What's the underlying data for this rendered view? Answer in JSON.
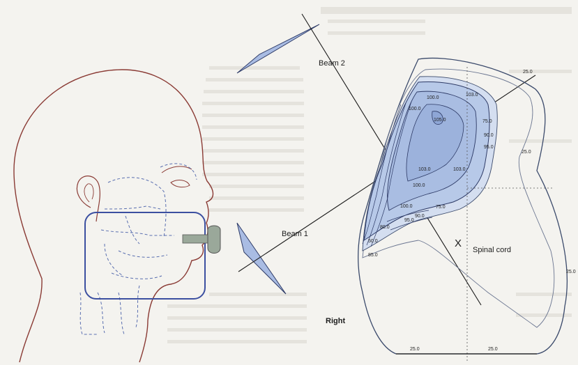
{
  "labels": {
    "beam1": "Beam 1",
    "beam2": "Beam 2",
    "spinal_cord": "Spinal cord",
    "cord_mark": "X",
    "right": "Right"
  },
  "isodose_values": {
    "outer_top": "25.0",
    "mid_right": "25.0",
    "far_right": "25.0",
    "bottom_left": "25.0",
    "bottom_right": "25.0",
    "iso_75_upper": "75.0",
    "iso_90": "90.0",
    "iso_95": "95.0",
    "iso_75_lower": "75.0",
    "iso_103_top": "100.0",
    "iso_103_right": "103.0",
    "iso_100_left": "100.0",
    "iso_105": "105.0",
    "iso_103_center": "103.0",
    "iso_103_mid": "103.0",
    "iso_100_mid": "100.0",
    "iso_100_low": "100.0",
    "iso_95_low": "95.0",
    "iso_90_low": "90.0",
    "iso_80_low": "80.0",
    "iso_stack": "50.0",
    "iso_stack2": "85.0"
  },
  "colors": {
    "ptv_fill": "#b7c9e8",
    "contour": "#3b4a6b",
    "head_outline": "#8a3a34",
    "field_box": "#3b4fa0",
    "wedge": "#a9bce3",
    "bolus": "#9aa89a"
  }
}
